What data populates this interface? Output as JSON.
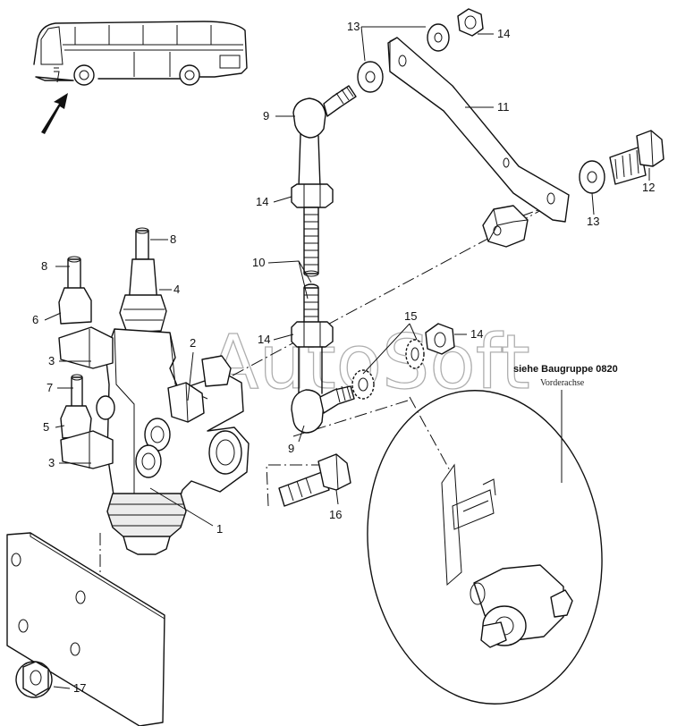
{
  "watermark": "AutoSoft",
  "reference": {
    "title": "siehe Baugruppe 0820",
    "subtitle": "Vorderachse"
  },
  "callouts": [
    {
      "id": "c13a",
      "label": "13"
    },
    {
      "id": "c14a",
      "label": "14"
    },
    {
      "id": "c11",
      "label": "11"
    },
    {
      "id": "c9a",
      "label": "9"
    },
    {
      "id": "c12",
      "label": "12"
    },
    {
      "id": "c14b",
      "label": "14"
    },
    {
      "id": "c13b",
      "label": "13"
    },
    {
      "id": "c8a",
      "label": "8"
    },
    {
      "id": "c8b",
      "label": "8"
    },
    {
      "id": "c10",
      "label": "10"
    },
    {
      "id": "c4",
      "label": "4"
    },
    {
      "id": "c6",
      "label": "6"
    },
    {
      "id": "c14c",
      "label": "14"
    },
    {
      "id": "c15",
      "label": "15"
    },
    {
      "id": "c14d",
      "label": "14"
    },
    {
      "id": "c2",
      "label": "2"
    },
    {
      "id": "c3a",
      "label": "3"
    },
    {
      "id": "c7",
      "label": "7"
    },
    {
      "id": "c5",
      "label": "5"
    },
    {
      "id": "c3b",
      "label": "3"
    },
    {
      "id": "c9b",
      "label": "9"
    },
    {
      "id": "c16",
      "label": "16"
    },
    {
      "id": "c1",
      "label": "1"
    },
    {
      "id": "c17",
      "label": "17"
    }
  ]
}
